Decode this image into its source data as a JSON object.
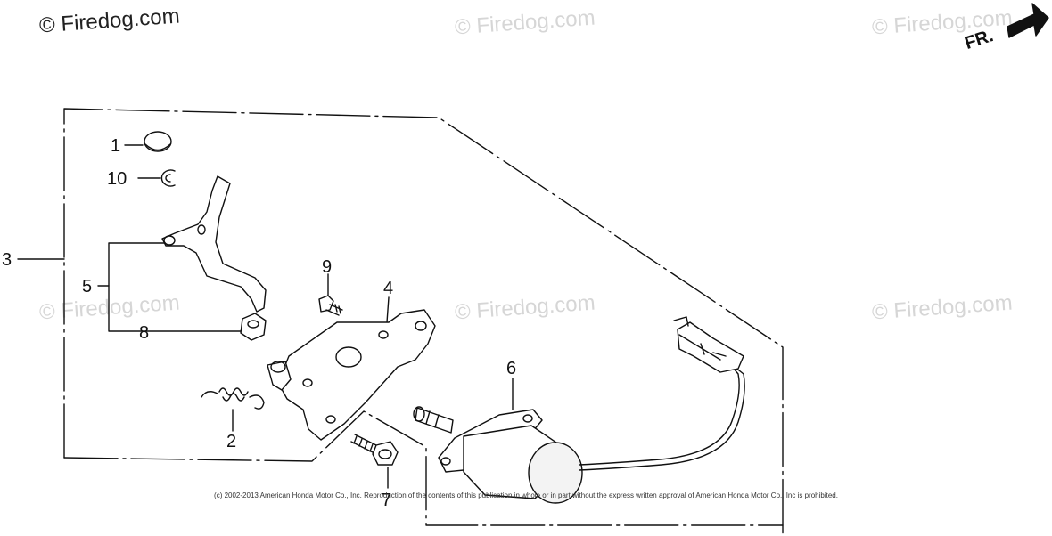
{
  "watermark": {
    "main": "© Firedog.com",
    "faint": "© Firedog.com"
  },
  "direction_label": "FR.",
  "copyright": "(c) 2002-2013 American Honda Motor Co., Inc. Reproduction of the contents of this publication in whole or in part without the express written approval of American Honda Motor Co., Inc is prohibited.",
  "callouts": {
    "c1": "1",
    "c2": "2",
    "c3": "3",
    "c4": "4",
    "c5": "5",
    "c6": "6",
    "c7": "7",
    "c8": "8",
    "c9": "9",
    "c10": "10"
  },
  "colors": {
    "line": "#111111",
    "watermark": "#d6d6d6"
  }
}
